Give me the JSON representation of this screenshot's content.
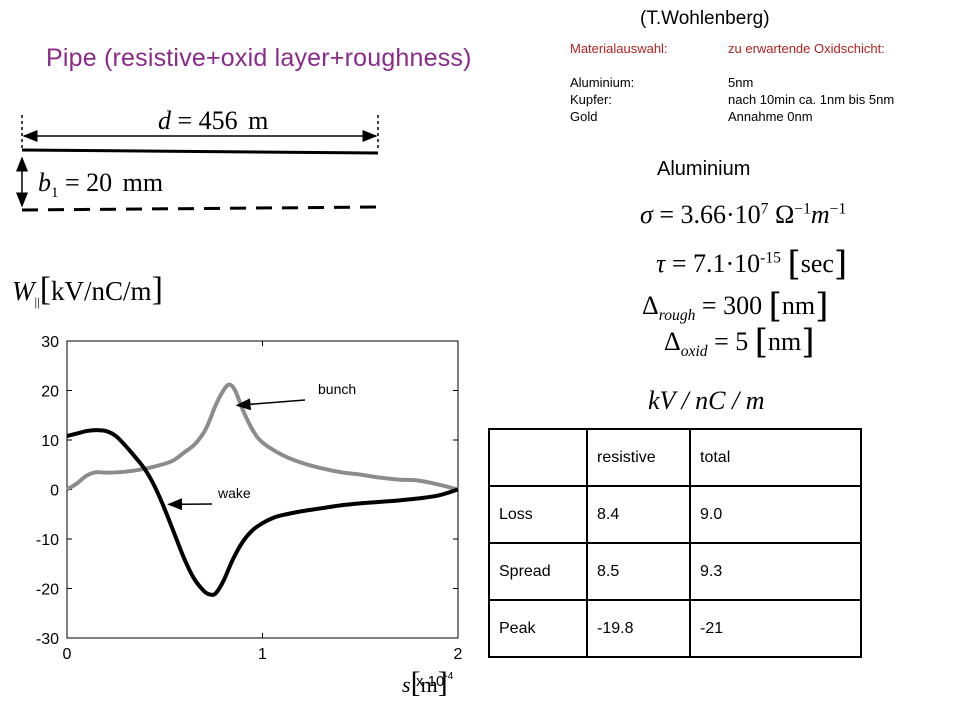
{
  "author": "(T.Wohlenberg)",
  "title": "Pipe (resistive+oxid layer+roughness)",
  "material": {
    "header": [
      "Materialauswahl:",
      "zu erwartende Oxidschicht:"
    ],
    "rows": [
      [
        "Aluminium:",
        "5nm"
      ],
      [
        "Kupfer:",
        "nach 10min ca. 1nm bis 5nm"
      ],
      [
        "Gold",
        "Annahme 0nm"
      ]
    ]
  },
  "diagram": {
    "d_var": "d",
    "d_val": "= 456",
    "d_unit": "m",
    "b_var": "b",
    "b_sub": "1",
    "b_val": "= 20",
    "b_unit": "mm"
  },
  "aluminium": {
    "label": "Aluminium",
    "sigma": {
      "lhs": "σ",
      "mantissa": "= 3.66·10",
      "exp": "7",
      "unit1": "Ω",
      "exp1": "−1",
      "unit2": "m",
      "exp2": "−1"
    },
    "tau": {
      "lhs": "τ",
      "mantissa": "= 7.1·10",
      "exp": "-15",
      "unit": "sec"
    },
    "rough": {
      "lhs": "Δ",
      "sub": "rough",
      "val": "= 300",
      "unit": "nm"
    },
    "oxid": {
      "lhs": "Δ",
      "sub": "oxid",
      "val": "= 5",
      "unit": "nm"
    }
  },
  "unit_label": "kV / nC / m",
  "table": {
    "header": [
      "",
      "resistive",
      "total"
    ],
    "rows": [
      [
        "Loss",
        "8.4",
        "9.0"
      ],
      [
        "Spread",
        "8.5",
        "9.3"
      ],
      [
        "Peak",
        "-19.8",
        "-21"
      ]
    ]
  },
  "colors": {
    "title": "#8b2a8b",
    "header": "#b22222",
    "bunch": "#8c8c8c",
    "wake": "#000000"
  },
  "chart_data": {
    "type": "line",
    "ylabel_var": "W",
    "ylabel_sub": "||",
    "ylabel_unit": "kV/nC/m",
    "xlabel_var": "s",
    "xlabel_unit": "m",
    "x_multiplier": "x 10",
    "x_multiplier_exp": "-4",
    "xlim": [
      0,
      2
    ],
    "ylim": [
      -30,
      30
    ],
    "xticks": [
      0,
      1,
      2
    ],
    "yticks": [
      30,
      20,
      10,
      0,
      -10,
      -20,
      -30
    ],
    "xtick_labels": [
      "0",
      "1",
      "2"
    ],
    "ytick_labels": [
      "30",
      "20",
      "10",
      "0",
      "-10",
      "-20",
      "-30"
    ],
    "series": [
      {
        "name": "bunch",
        "color": "#8c8c8c",
        "x": [
          0,
          0.05,
          0.1,
          0.15,
          0.2,
          0.3,
          0.4,
          0.5,
          0.55,
          0.6,
          0.65,
          0.7,
          0.73,
          0.76,
          0.8,
          0.83,
          0.86,
          0.9,
          0.95,
          1.0,
          1.1,
          1.2,
          1.3,
          1.4,
          1.5,
          1.6,
          1.7,
          1.8,
          1.9,
          2.0
        ],
        "y": [
          0,
          1.2,
          2.8,
          3.5,
          3.4,
          3.6,
          4.2,
          5.2,
          6.0,
          7.5,
          9.0,
          11.5,
          14.0,
          17.0,
          20.0,
          21.2,
          20.0,
          16.0,
          12.0,
          9.5,
          7.0,
          5.4,
          4.3,
          3.5,
          3.0,
          2.4,
          2.0,
          1.8,
          1.0,
          0
        ]
      },
      {
        "name": "wake",
        "color": "#000000",
        "x": [
          0,
          0.05,
          0.1,
          0.15,
          0.2,
          0.25,
          0.3,
          0.35,
          0.4,
          0.45,
          0.5,
          0.55,
          0.6,
          0.65,
          0.7,
          0.73,
          0.76,
          0.8,
          0.85,
          0.9,
          0.95,
          1.0,
          1.05,
          1.1,
          1.2,
          1.3,
          1.4,
          1.5,
          1.6,
          1.7,
          1.8,
          1.9,
          2.0
        ],
        "y": [
          10.8,
          11.3,
          11.8,
          12.0,
          11.8,
          10.8,
          8.8,
          6.5,
          4.0,
          0.5,
          -4.0,
          -9.0,
          -14.0,
          -18.0,
          -20.5,
          -21.2,
          -21.0,
          -18.5,
          -14.0,
          -10.5,
          -8.2,
          -6.8,
          -5.8,
          -5.2,
          -4.4,
          -3.8,
          -3.2,
          -2.8,
          -2.5,
          -2.2,
          -1.8,
          -1.2,
          0
        ]
      }
    ],
    "annotations": [
      {
        "text": "bunch",
        "series": "bunch"
      },
      {
        "text": "wake",
        "series": "wake"
      }
    ],
    "grid": false
  }
}
